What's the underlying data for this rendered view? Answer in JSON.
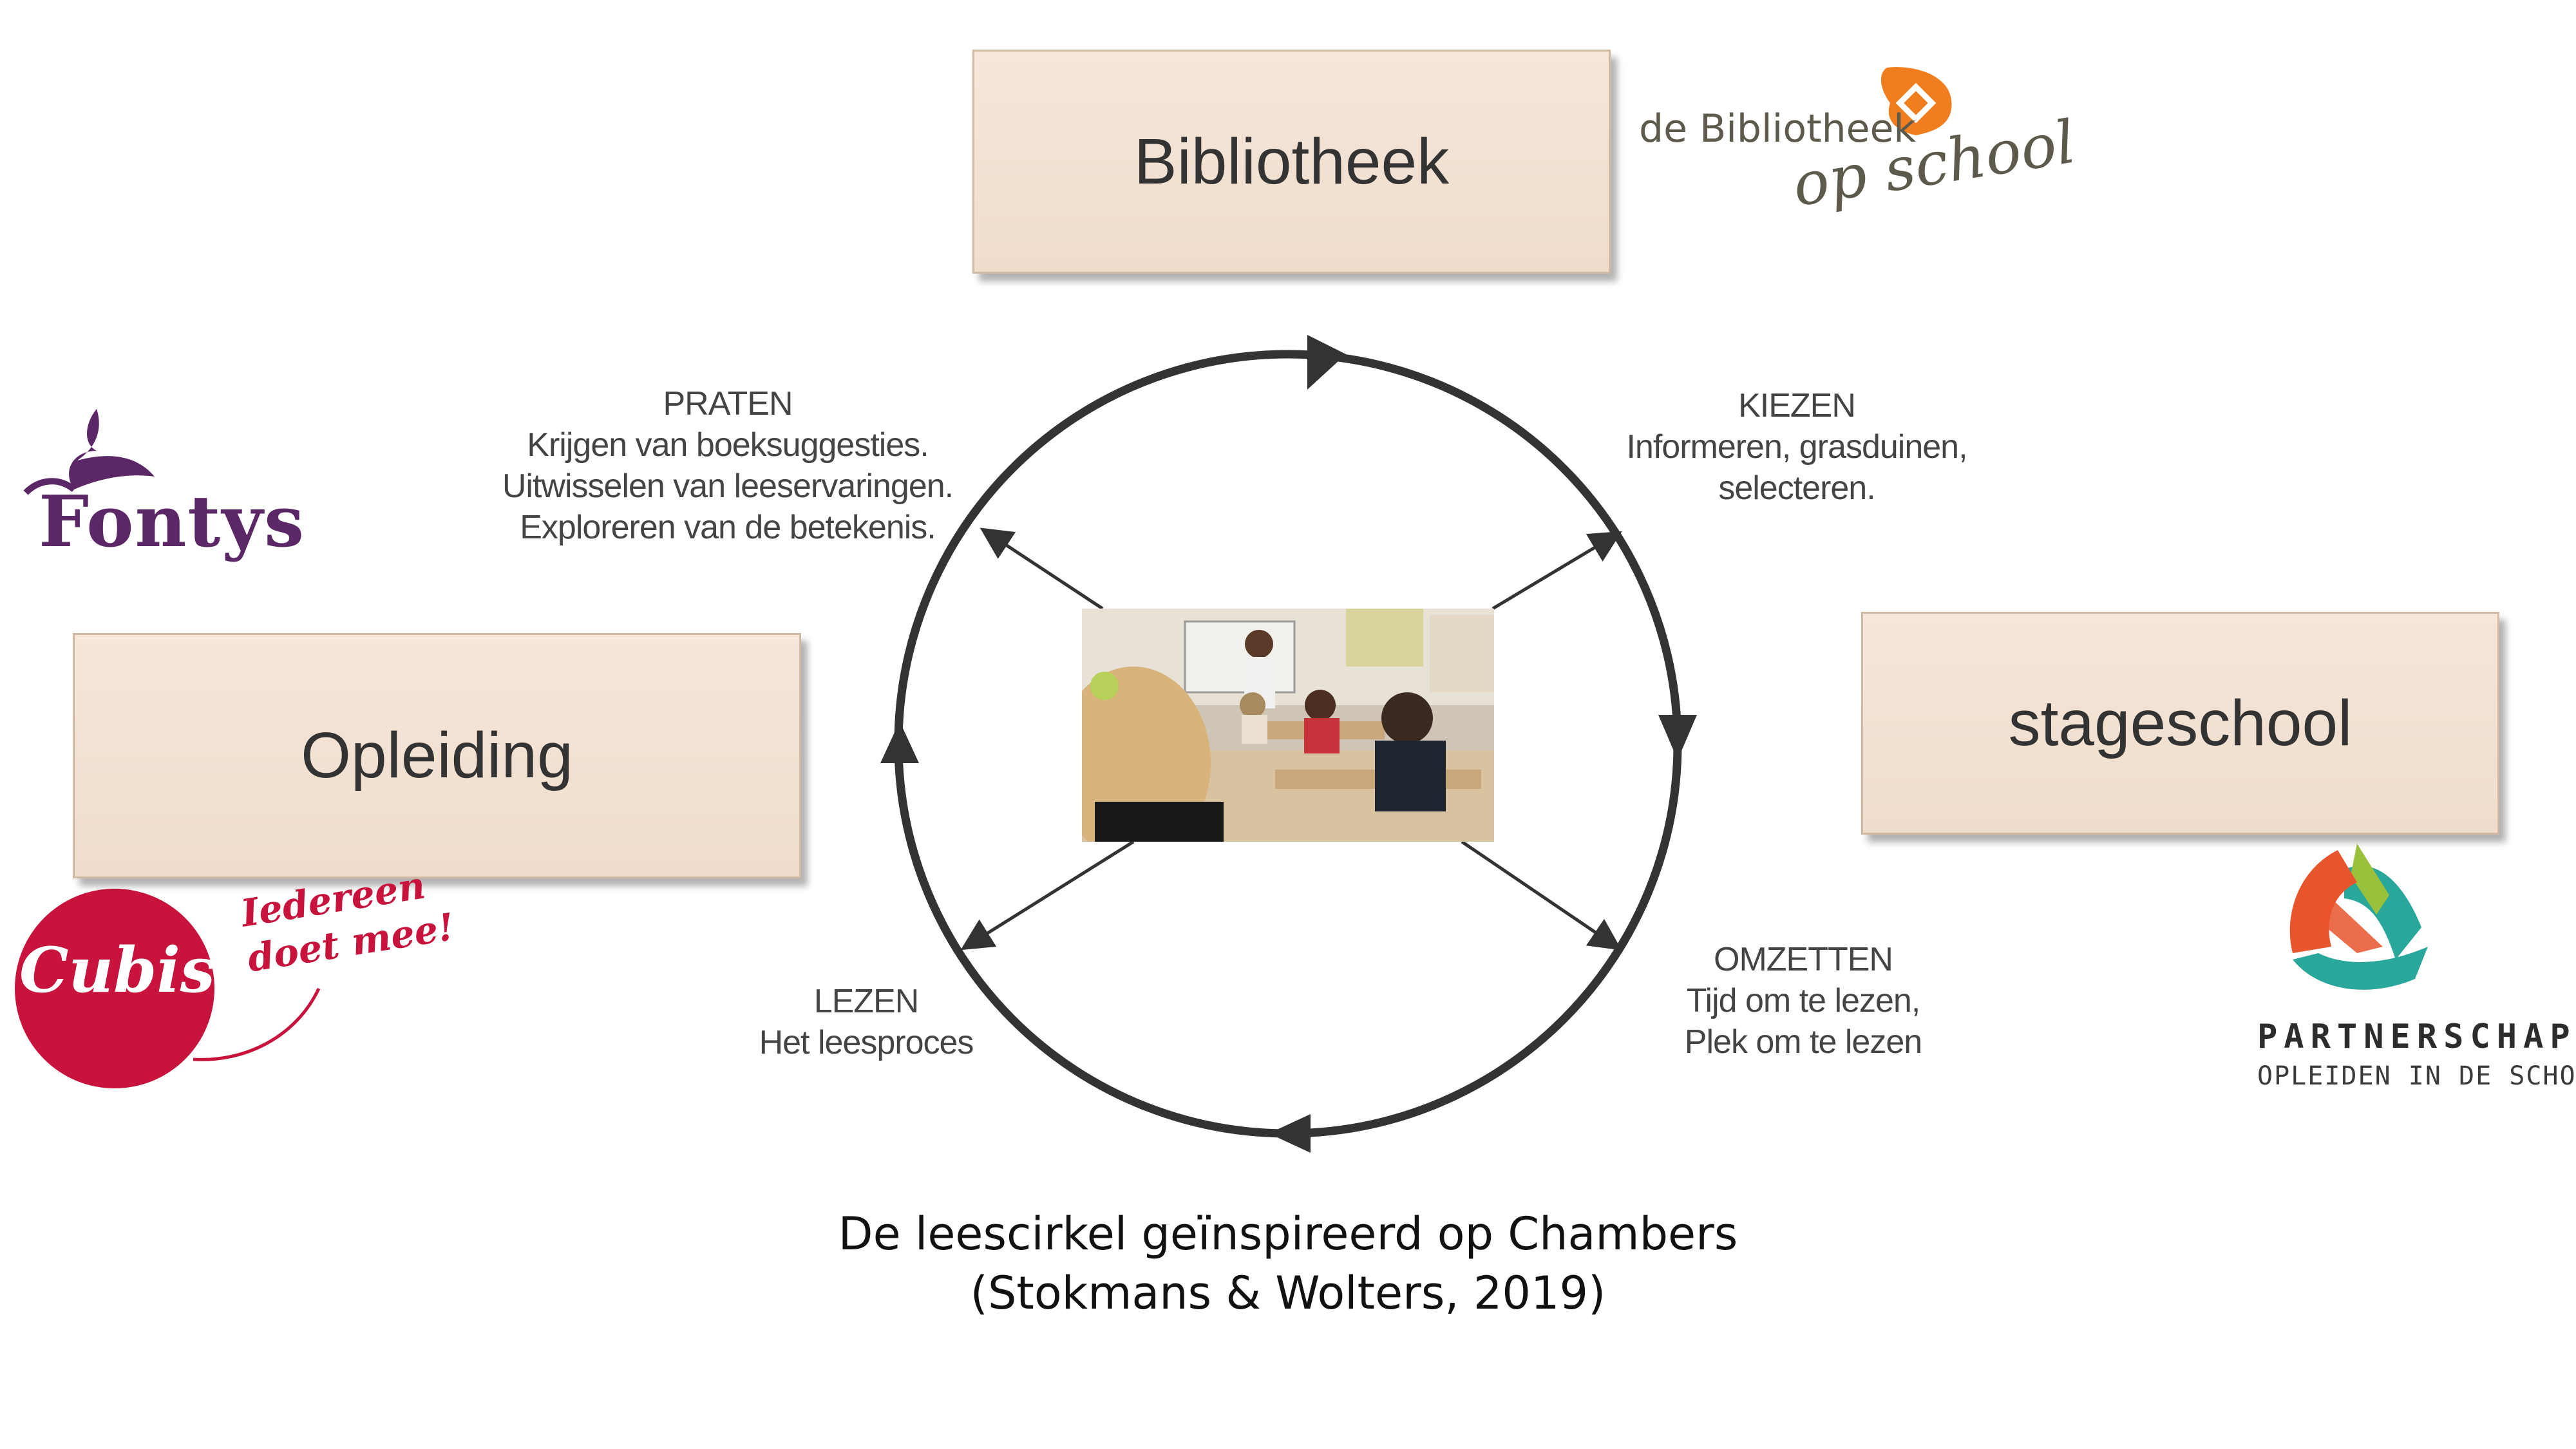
{
  "boxes": {
    "bibliotheek": "Bibliotheek",
    "opleiding": "Opleiding",
    "stageschool": "stageschool"
  },
  "phases": {
    "praten": {
      "title": "PRATEN",
      "lines": [
        "Krijgen van boeksuggesties.",
        "Uitwisselen van leeservaringen.",
        "Exploreren van de betekenis."
      ]
    },
    "kiezen": {
      "title": "KIEZEN",
      "lines": [
        "Informeren, grasduinen,",
        "selecteren."
      ]
    },
    "lezen": {
      "title": "LEZEN",
      "lines": [
        "Het leesproces"
      ]
    },
    "omzetten": {
      "title": "OMZETTEN",
      "lines": [
        "Tijd om te lezen,",
        "Plek om te lezen"
      ]
    }
  },
  "caption": {
    "line1": "De leescirkel geïnspireerd op Chambers",
    "line2": "(Stokmans & Wolters, 2019)"
  },
  "logos": {
    "bibliotheek": {
      "line1": "de Bibliotheek",
      "line2": "op school",
      "icon": "bibliotheek-logo-icon",
      "color": "#f07d1e"
    },
    "fontys": {
      "word": "Fontys",
      "icon": "fontys-bird-icon",
      "color": "#5b2767"
    },
    "cubiss": {
      "word": "Cubiss",
      "tagline1": "Iedereen",
      "tagline2": "doet mee!",
      "color": "#c8143c"
    },
    "partnerschap": {
      "line1": "PARTNERSCHAP",
      "line2": "OPLEIDEN IN DE SCHOOL",
      "icon": "partnerschap-triangle-icon"
    }
  },
  "colors": {
    "box_fill": "#f2e1d2",
    "circle": "#333333",
    "text": "#444444"
  }
}
